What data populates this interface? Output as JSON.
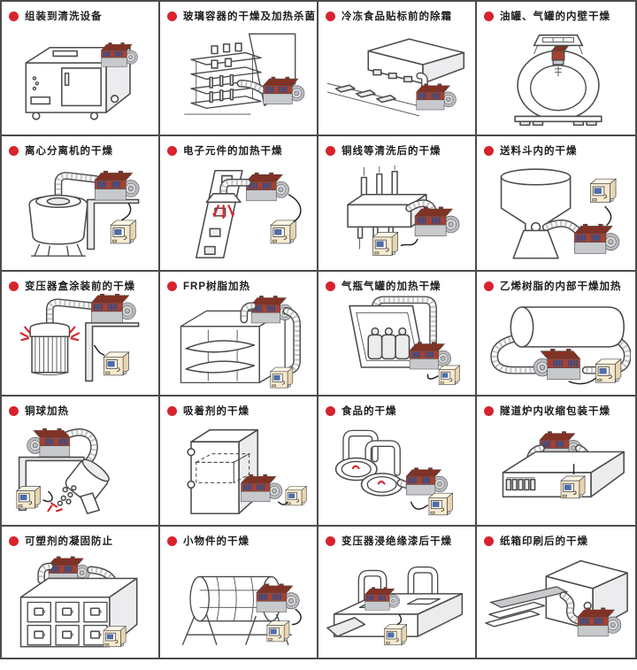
{
  "page": {
    "background": "#ffffff",
    "type": "hot-air-heater-application-catalog"
  },
  "colors": {
    "bullet_red": "#d7232e",
    "heater_red": "#a6412f",
    "heater_top": "#8c2d1d",
    "vent_blue": "#2f4e8d",
    "base_gray": "#c7c9cc",
    "controller_cream": "#f6e9cd",
    "screen_blue": "#4a6fb5",
    "line": "#4b4b4b"
  },
  "grid": {
    "columns": 4,
    "rows": 5
  },
  "cells": [
    {
      "label": "组装到清洗设备",
      "illustration": "cleaning-equipment"
    },
    {
      "label": "玻璃容器的干燥及加热杀菌",
      "illustration": "glass-container-rack"
    },
    {
      "label": "冷冻食品贴标前的除霜",
      "illustration": "frozen-food-conveyor"
    },
    {
      "label": "油罐、气罐的内壁干燥",
      "illustration": "tanker-inner-wall"
    },
    {
      "label": "离心分离机的干燥",
      "illustration": "centrifugal-separator"
    },
    {
      "label": "电子元件的加热干燥",
      "illustration": "electronic-components"
    },
    {
      "label": "铜线等清洗后的干燥",
      "illustration": "copper-wire-block"
    },
    {
      "label": "送料斗内的干燥",
      "illustration": "feed-hopper"
    },
    {
      "label": "变压器盒涂装前的干燥",
      "illustration": "transformer-box"
    },
    {
      "label": "FRP树脂加热",
      "illustration": "frp-resin-oven"
    },
    {
      "label": "气瓶气罐的加热干燥",
      "illustration": "gas-cylinders"
    },
    {
      "label": "乙烯树脂的内部干燥加热",
      "illustration": "vinyl-resin-cylinder"
    },
    {
      "label": "铜球加热",
      "illustration": "copper-ball-drum"
    },
    {
      "label": "吸着剂的干燥",
      "illustration": "adsorbent-cabinet"
    },
    {
      "label": "食品的干燥",
      "illustration": "food-pans"
    },
    {
      "label": "隧道炉内收缩包装干燥",
      "illustration": "tunnel-oven"
    },
    {
      "label": "可塑剂的凝固防止",
      "illustration": "plasticizer-cabinet"
    },
    {
      "label": "小物件的干燥",
      "illustration": "small-parts-drum"
    },
    {
      "label": "变压器浸绝缘漆后干燥",
      "illustration": "transformer-varnish-line"
    },
    {
      "label": "纸箱印刷后的干燥",
      "illustration": "carton-printing"
    }
  ]
}
